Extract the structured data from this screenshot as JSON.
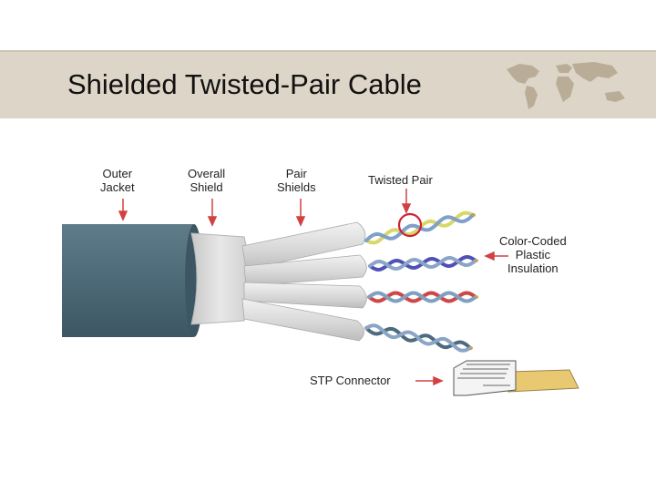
{
  "slide": {
    "title": "Shielded Twisted-Pair Cable"
  },
  "diagram": {
    "labels": {
      "outer_jacket": [
        "Outer",
        "Jacket"
      ],
      "overall_shield": [
        "Overall",
        "Shield"
      ],
      "pair_shields": [
        "Pair",
        "Shields"
      ],
      "twisted_pair": "Twisted Pair",
      "insulation": [
        "Color-Coded",
        "Plastic",
        "Insulation"
      ],
      "connector": "STP Connector"
    },
    "pair_colors": [
      {
        "wire_a": "#d8d86a",
        "wire_b": "#7fa0c8"
      },
      {
        "wire_a": "#5050b8",
        "wire_b": "#8aa5c5"
      },
      {
        "wire_a": "#d04545",
        "wire_b": "#7fa0c0"
      },
      {
        "wire_a": "#4d6a80",
        "wire_b": "#8aa5c5"
      }
    ],
    "colors": {
      "jacket": "#4d6a78",
      "shield": "#d7d7d7",
      "arrow": "#d24040",
      "highlight_circle": "#cc2233",
      "connector_cable": "#e8c870"
    }
  }
}
